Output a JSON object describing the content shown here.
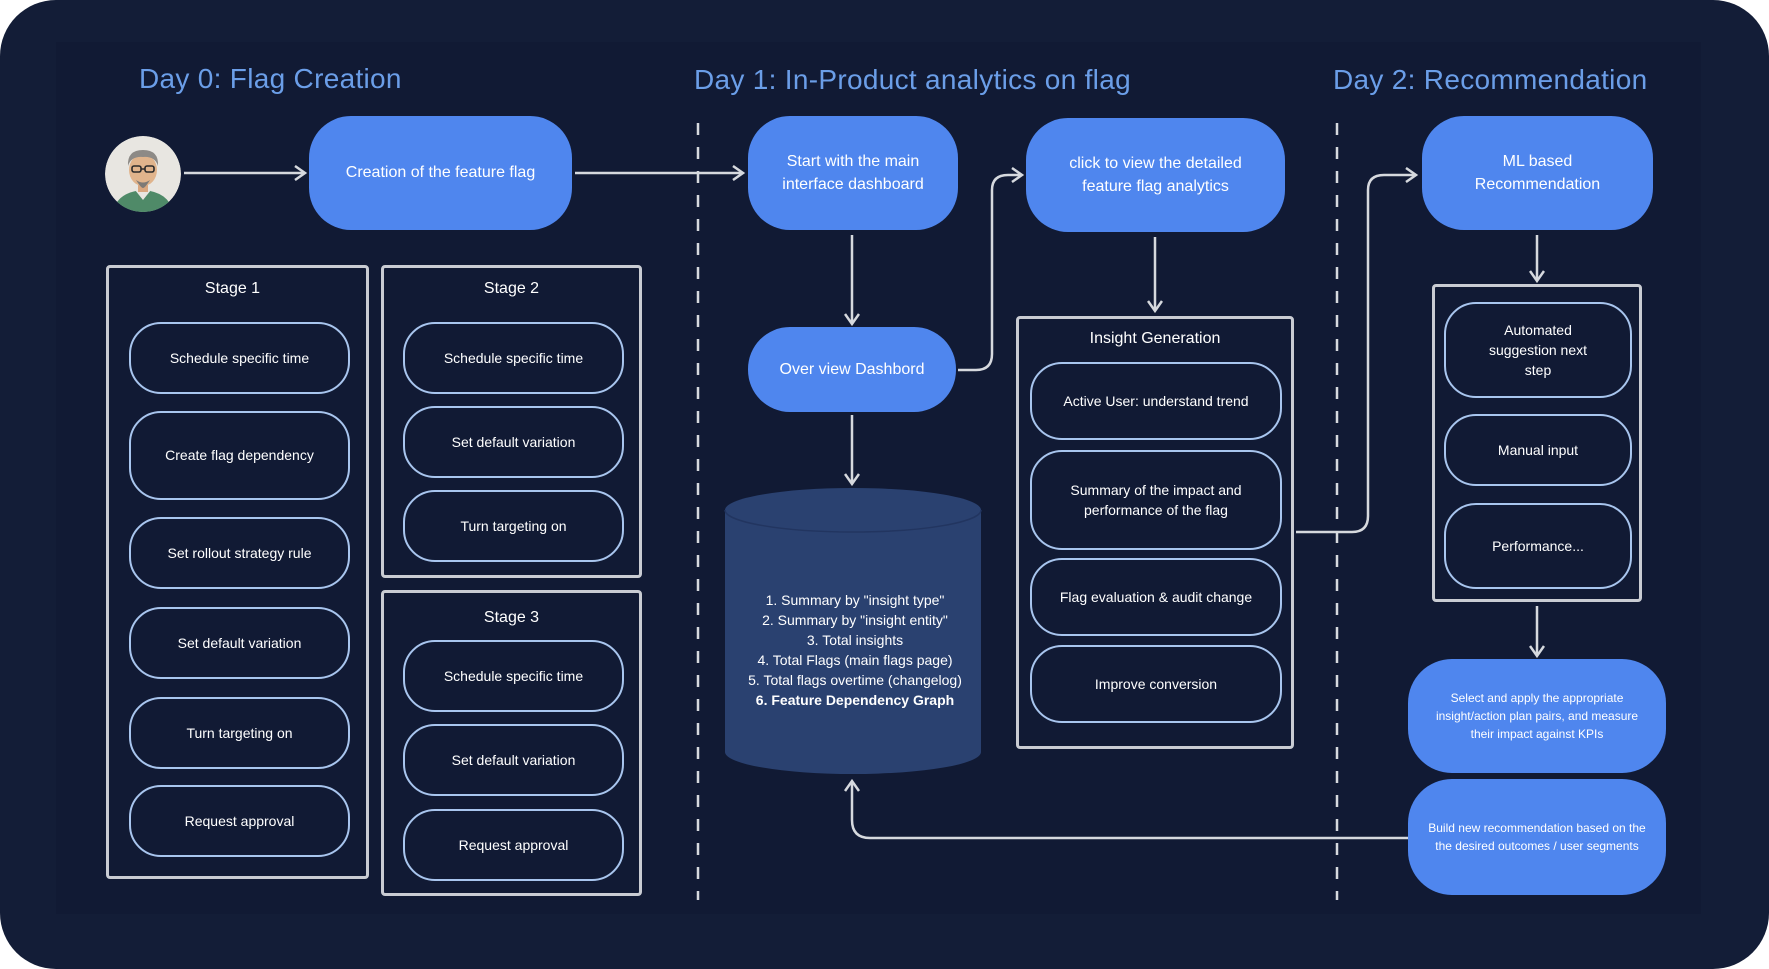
{
  "days": [
    {
      "title": "Day 0: Flag Creation"
    },
    {
      "title": "Day 1: In-Product analytics on flag"
    },
    {
      "title": "Day 2: Recommendation"
    }
  ],
  "avatar": {
    "icon": "user-avatar-icon"
  },
  "nodes": {
    "creation": "Creation of the feature flag",
    "start_dashboard": "Start with the main interface dashboard",
    "overview_dashboard": "Over view Dashbord",
    "detailed_analytics": "click to view the detailed feature flag analytics",
    "ml_recommendation": "ML based Recommendation",
    "select_apply": "Select and apply the appropriate insight/action plan pairs, and measure their impact against KPIs",
    "build_new": "Build new recommendation based on the the desired outcomes / user segments"
  },
  "stage1": {
    "title": "Stage 1",
    "items": [
      "Schedule specific time",
      "Create flag dependency",
      "Set rollout strategy rule",
      "Set default variation",
      "Turn targeting on",
      "Request approval"
    ]
  },
  "stage2": {
    "title": "Stage 2",
    "items": [
      "Schedule specific time",
      "Set default variation",
      "Turn targeting on"
    ]
  },
  "stage3": {
    "title": "Stage 3",
    "items": [
      "Schedule specific time",
      "Set default variation",
      "Request approval"
    ]
  },
  "database": {
    "items": [
      "1. Summary by \"insight type\"",
      "2. Summary by \"insight entity\"",
      "3. Total insights",
      "4. Total Flags (main flags page)",
      "5. Total flags overtime (changelog)",
      "6. Feature Dependency Graph"
    ]
  },
  "insight": {
    "title": "Insight Generation",
    "items": [
      "Active User: understand trend",
      "Summary of the impact and performance of the flag",
      "Flag evaluation & audit change",
      "Improve conversion"
    ]
  },
  "recommendation": {
    "items": [
      "Automated suggestion next step",
      "Manual input",
      "Performance..."
    ]
  },
  "colors": {
    "background": "#131d37",
    "accent": "#4f86ee",
    "title": "#6b9ee8",
    "item_border": "#a8c5ee",
    "box_border": "#c9ccd3",
    "database": "#2a4170"
  }
}
